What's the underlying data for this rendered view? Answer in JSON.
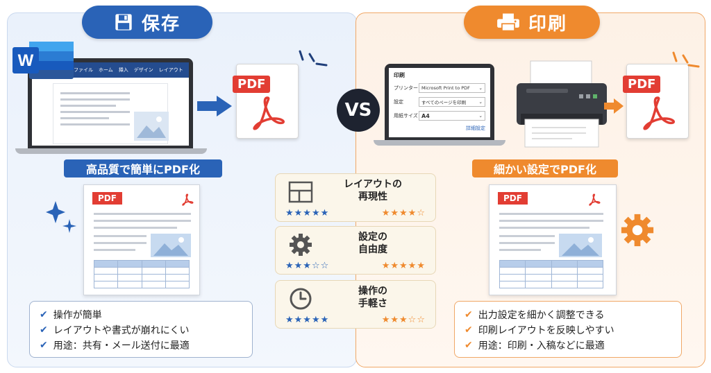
{
  "left": {
    "title": "保存",
    "banner": "高品質で簡単にPDF化",
    "word_menu": [
      "ファイル",
      "ホーム",
      "挿入",
      "デザイン",
      "レイアウト"
    ],
    "word_logo": "W",
    "pdf_label": "PDF",
    "doc_tag": "PDF",
    "points": [
      "操作が簡単",
      "レイアウトや書式が崩れにくい",
      "用途：共有・メール送付に最適"
    ]
  },
  "right": {
    "title": "印刷",
    "banner": "細かい設定でPDF化",
    "pdf_label": "PDF",
    "doc_tag": "PDF",
    "dialog": {
      "title": "印刷",
      "printer_label": "プリンター",
      "printer_value": "Microsoft Print to PDF",
      "setting_label": "設定",
      "setting_value": "すべてのページを印刷",
      "paper_label": "用紙サイズ",
      "paper_value": "A4",
      "advanced": "詳細設定"
    },
    "points": [
      "出力設定を細かく調整できる",
      "印刷レイアウトを反映しやすい",
      "用途：印刷・入稿などに最適"
    ]
  },
  "vs": "VS",
  "criteria": [
    {
      "line1": "レイアウトの",
      "line2": "再現性",
      "left_stars": 5,
      "right_stars": 4,
      "icon": "layout-icon"
    },
    {
      "line1": "設定の",
      "line2": "自由度",
      "left_stars": 3,
      "right_stars": 5,
      "icon": "gear-icon"
    },
    {
      "line1": "操作の",
      "line2": "手軽さ",
      "left_stars": 5,
      "right_stars": 3,
      "icon": "clock-icon"
    }
  ],
  "colors": {
    "blue": "#2a63b7",
    "orange": "#ef8a2e",
    "red": "#e23d33"
  }
}
